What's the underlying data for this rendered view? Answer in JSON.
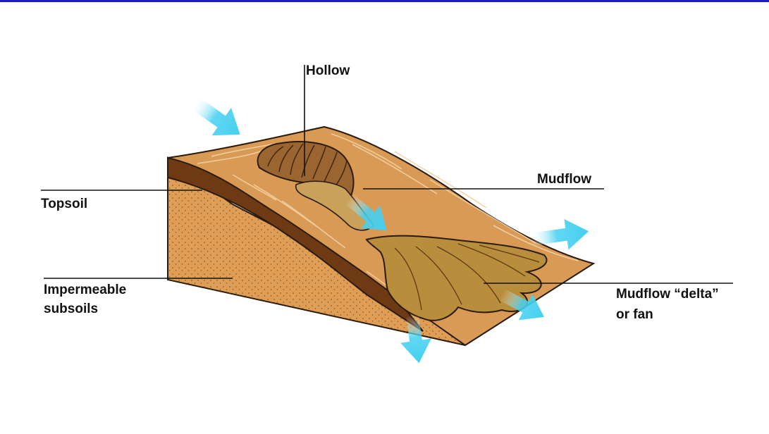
{
  "labels": {
    "hollow": "Hollow",
    "mudflow": "Mudflow",
    "topsoil": "Topsoil",
    "impermeable_line1": "Impermeable",
    "impermeable_line2": "subsoils",
    "delta_line1": "Mudflow “delta”",
    "delta_line2": "or fan"
  },
  "colors": {
    "header_rule": "#1c1cc8",
    "surface": "#d89a55",
    "topsoil": "#6e3a14",
    "subsoil": "#df9e56",
    "mud": "#b88d3c",
    "arrow": "#45d0f0",
    "outline": "#2a1a0a"
  }
}
